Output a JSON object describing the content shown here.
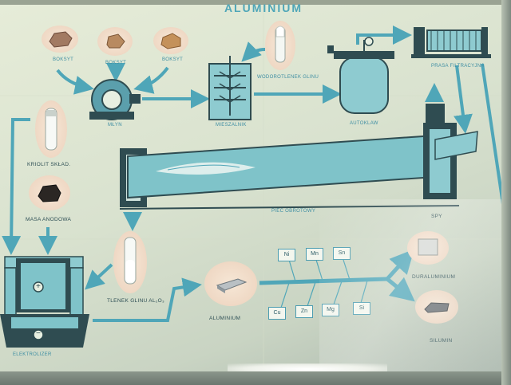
{
  "poster": {
    "title": "ALUMINIUM",
    "labels": {
      "boksyt_1": "BOKSYT",
      "boksyt_2": "BOKSYT",
      "boksyt_3": "BOKSYT",
      "mlyn": "MŁYN",
      "wodorotlenek": "WODOROTLENEK GLINU",
      "mieszalnik": "MIESZALNIK",
      "autoklaw": "AUTOKLAW",
      "prasa": "PRASA FILTRACYJNA",
      "kriolit": "KRIOLIT SKŁAD.",
      "masa_anodowa": "MASA ANODOWA",
      "piec_obrotowy": "PIEC OBROTOWY",
      "tlenek_glinu": "TLENEK GLINU Al₂O₃",
      "aluminium": "ALUMINIUM",
      "elektroliza": "ELEKTROLIZER",
      "duraluminium": "DURALUMINIUM",
      "silumin": "SILUMIN",
      "spy": "SPY"
    },
    "alloy_elements_top": [
      "Ni",
      "Mn",
      "Sn"
    ],
    "alloy_elements_bottom": [
      "Cu",
      "Zn",
      "Mg",
      "Si"
    ],
    "electrode_plus": "+",
    "electrode_minus": "−"
  },
  "colors": {
    "accent_blue": "#4fa6b8",
    "teal_fill": "#7fc3c9",
    "dark_machine": "#2f4c51",
    "poster_bg": "#e6ecd8"
  }
}
